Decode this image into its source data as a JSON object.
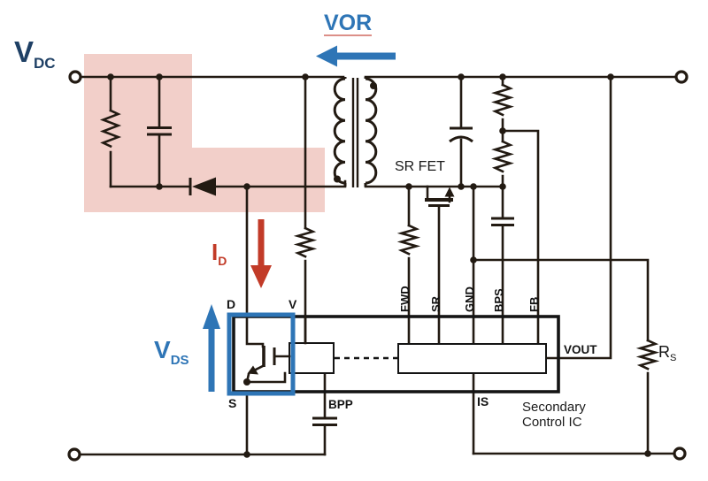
{
  "colors": {
    "wire": "#221a12",
    "outline": "#141414",
    "accent_blue": "#2e75b6",
    "navy": "#1f4065",
    "red": "#c23b28",
    "pink_highlight": "#f2cfc9",
    "underline_red": "#dc8f88"
  },
  "labels": {
    "vdc": {
      "main": "V",
      "sub": "DC"
    },
    "vor": "VOR",
    "id": {
      "main": "I",
      "sub": "D"
    },
    "vds": {
      "main": "V",
      "sub": "DS"
    },
    "rs": {
      "main": "R",
      "sub": "S"
    },
    "sr_fet": "SR FET",
    "ic_name_line1": "Secondary",
    "ic_name_line2": "Control IC"
  },
  "pins": {
    "top": [
      "FWD",
      "SR",
      "GND",
      "BPS",
      "FB"
    ],
    "d": "D",
    "v": "V",
    "s": "S",
    "bpp": "BPP",
    "vout": "VOUT",
    "is": "IS"
  }
}
